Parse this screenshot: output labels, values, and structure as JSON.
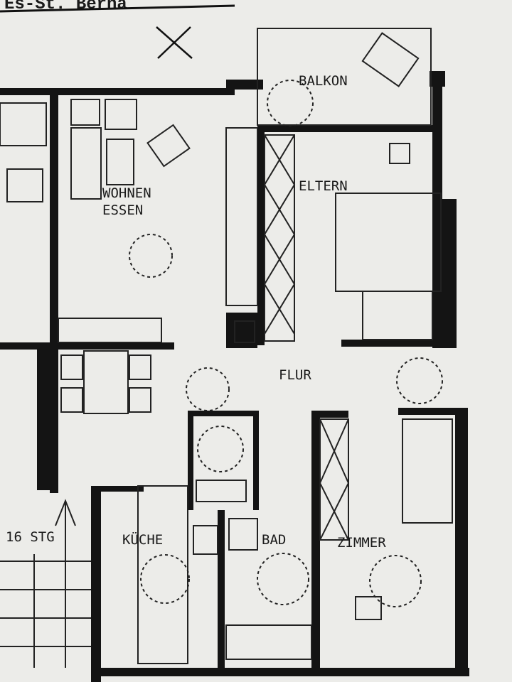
{
  "header_text": "Es-St. Berna",
  "rooms": {
    "balkon": "BALKON",
    "wohnen": "WOHNEN",
    "essen": "ESSEN",
    "eltern": "ELTERN",
    "flur": "FLUR",
    "kueche": "KÜCHE",
    "bad": "BAD",
    "zimmer": "ZIMMER",
    "stairs": "16 STG"
  },
  "colors": {
    "paper": "#e9e9e7",
    "ink": "#141414"
  }
}
